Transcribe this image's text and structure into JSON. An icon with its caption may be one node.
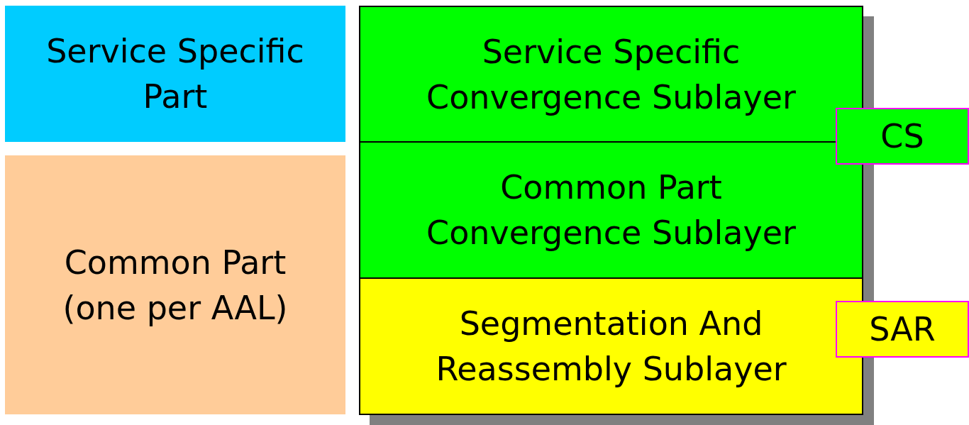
{
  "diagram": {
    "nodes": [
      {
        "text": [
          "Service Specific Part"
        ]
      },
      {
        "text": [
          "Common Part (one per AAL)"
        ]
      },
      {
        "text": [
          "Service Specific Convergence Sublayer"
        ]
      },
      {
        "text": [
          "Common Part Convergence Sublayer"
        ]
      },
      {
        "text": [
          "Segmentation And Reassembly Sublayer"
        ]
      },
      {
        "text": [
          "CS"
        ]
      },
      {
        "text": [
          "SAR"
        ]
      }
    ]
  }
}
